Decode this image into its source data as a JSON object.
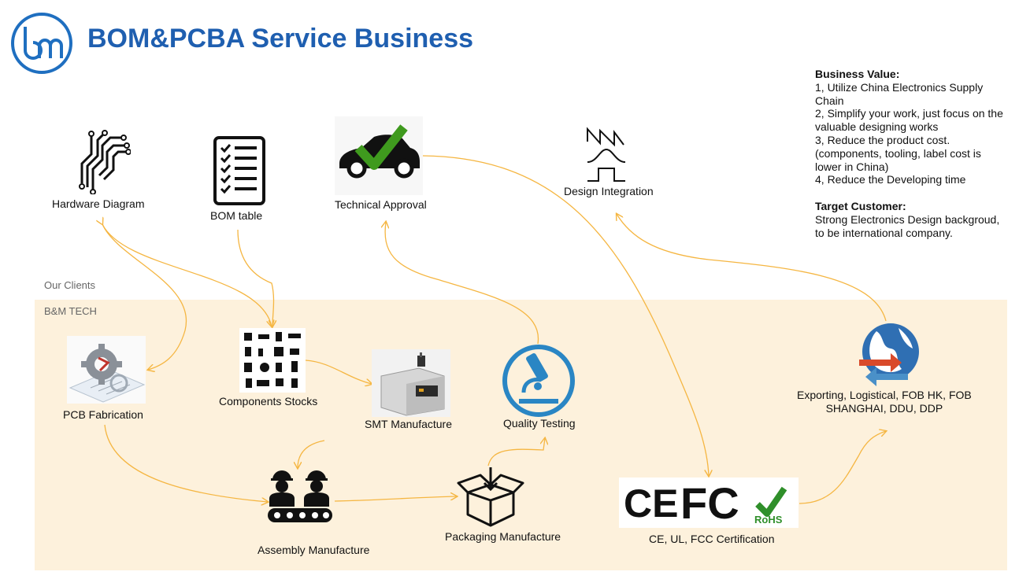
{
  "header": {
    "title": "BOM&PCBA Service Business",
    "logo_icon": "bm-logo-icon"
  },
  "zones": {
    "clients": "Our Clients",
    "company": "B&M TECH"
  },
  "nodes": {
    "hardware_diagram": "Hardware Diagram",
    "bom_table": "BOM table",
    "technical_approval": "Technical Approval",
    "design_integration": "Design Integration",
    "pcb_fabrication": "PCB Fabrication",
    "components_stocks": "Components Stocks",
    "smt_manufacture": "SMT Manufacture",
    "quality_testing": "Quality Testing",
    "assembly_manufacture": "Assembly Manufacture",
    "packaging_manufacture": "Packaging Manufacture",
    "certification": "CE, UL, FCC Certification",
    "exporting_line1": "Exporting, Logistical, FOB HK, FOB",
    "exporting_line2": "SHANGHAI, DDU, DDP"
  },
  "cert_marks": {
    "ce": "CE",
    "fc": "FC",
    "rohs": "RoHS"
  },
  "business_value": {
    "heading": "Business Value:",
    "items": [
      "1, Utilize China Electronics Supply Chain",
      "2, Simplify your work, just focus on the valuable designing works",
      "3, Reduce the product cost.(components, tooling, label cost is lower in China)",
      "4, Reduce the Developing time"
    ]
  },
  "target_customer": {
    "heading": "Target Customer:",
    "text": "Strong Electronics Design backgroud, to be international company."
  },
  "colors": {
    "accent": "#1f5fb0",
    "arrow": "#f5b642",
    "zone_fill": "#fdf1dc",
    "check_green": "#3f9a1e"
  }
}
